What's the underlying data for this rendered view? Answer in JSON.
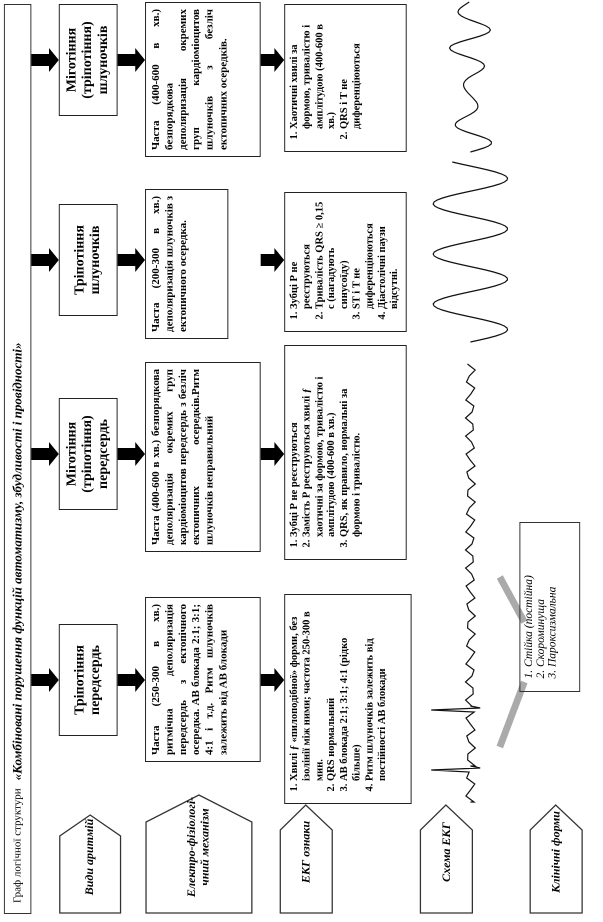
{
  "title": {
    "lead": "Граф логічної структури",
    "main": "«Комбіновані порушення функцій автоматизму, збудливості і провідності»"
  },
  "row_labels": {
    "types": "Види аритмій",
    "mechanism": "Електро-фізіологі-чний механізм",
    "ecg_signs": "ЕКГ ознаки",
    "ecg_scheme": "Схема ЕКГ",
    "clinical": "Клінічні форми"
  },
  "columns": [
    {
      "type": "Тріпотіння передсердь",
      "mechanism": "Часта (250-300 в хв.) ритмічна деполяризація передсердь з ектопічного осередка. АВ блокада 2:1; 3:1; 4:1 і т.д. Ритм шлуночків залежить від АВ блокади",
      "ecg_signs": [
        "Хвилі ƒ «пилоподібної» форми, без ізолінії між ними; частота 250-300 в мин.",
        "QRS нормальний",
        "АВ блокада 2:1; 3:1; 4:1 (рідко більше)",
        "Ритм шлуночків залежить від постійності АВ блокади"
      ]
    },
    {
      "type": "Міготіння (тріпотіння) передсердь",
      "mechanism": "Часта (400-600 в хв.) безпорядкова деполяризація окремих груп кардіоміоцитов передсердь з безліч ектопичних осередків.Ритм шлуночків неправильний",
      "ecg_signs": [
        "Зубці Р не реєструються",
        "Замість Р реєструються хвилі ƒ хаотичні за формою, тривалістю і амплітудою (400-600 в хв.)",
        "QRS, як правило, нормальні за формою і тривалістю."
      ]
    },
    {
      "type": "Тріпотіння шлуночків",
      "mechanism": "Часта (200-300 в хв.) деполяризація шлуночків з ектопичного осередка.",
      "ecg_signs": [
        "Зубці Р не реєструються",
        "Тривалість QRS ≥ 0,15 с (нагадують синусоїду)",
        "ST і T не диференціюються",
        "Діастолічні паузи відсутні."
      ]
    },
    {
      "type": "Міготіння (тріпотіння) шлуночків",
      "mechanism": "Часта (400-600 в хв.) безпорядкова деполяризація окремих груп кардіоміоцитов шлуночків з безліч ектопичних осередків.",
      "ecg_signs": [
        "Хаотичні хвилі за формою, тривалістю і амплітудою (400-600 в хв.)",
        "QRS і T не диференціюються"
      ]
    }
  ],
  "clinical_forms": [
    "Стійка (постійна)",
    "Скороминуща",
    "Пароксизмальна"
  ]
}
